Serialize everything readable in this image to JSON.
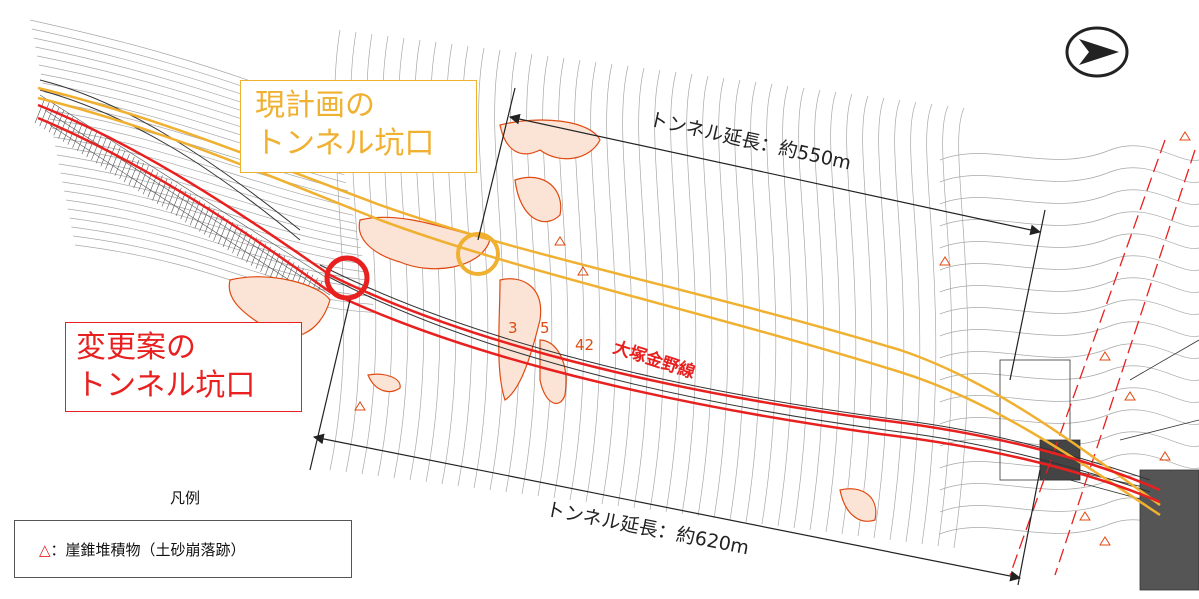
{
  "colors": {
    "plan_route": "#f0b030",
    "change_route": "#e82020",
    "contour": "#a8a8a8",
    "dimension": "#222222"
  },
  "north_arrow_icon": "north-arrow-icon",
  "callouts": {
    "current_plan": {
      "line1": "現計画の",
      "line2": "トンネル坑口"
    },
    "proposed_change": {
      "line1": "変更案の",
      "line2": "トンネル坑口"
    }
  },
  "dimensions": {
    "upper": "トンネル延長：約550m",
    "lower": "トンネル延長：約620m"
  },
  "road_name": "大塚金野線",
  "spot_labels": [
    "3",
    "5",
    "42"
  ],
  "legend": {
    "title": "凡例",
    "symbol": "△",
    "text": "：崖錐堆積物（土砂崩落跡）"
  }
}
